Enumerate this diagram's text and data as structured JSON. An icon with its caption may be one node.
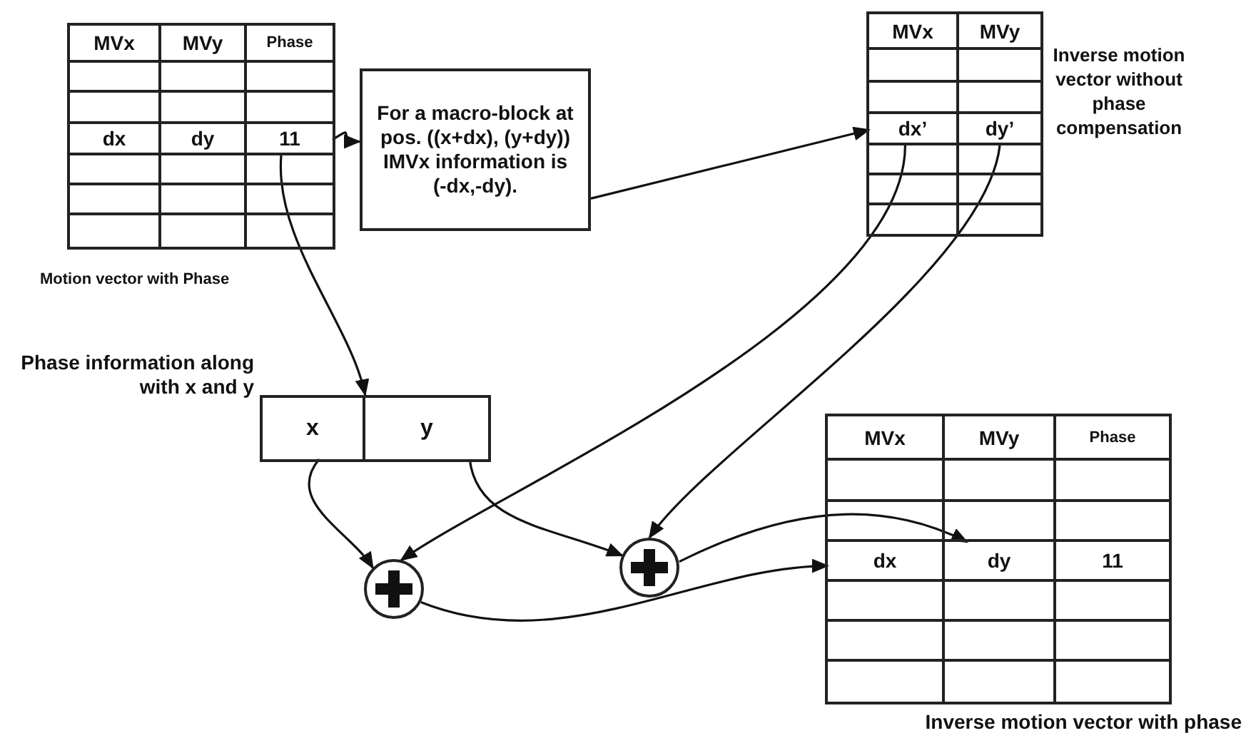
{
  "diagram": {
    "nodes": [
      {
        "text": [],
        "shape": "box",
        "beside": [
          "Motion vector with Phase"
        ]
      },
      {
        "text": [
          "MVx"
        ],
        "in": 0
      },
      {
        "text": [
          "MVy"
        ],
        "in": 0
      },
      {
        "text": [
          "Phase"
        ],
        "in": 0
      },
      {
        "text": [
          "dx"
        ],
        "in": 0
      },
      {
        "text": [
          "dy"
        ],
        "in": 0
      },
      {
        "text": [
          "11"
        ],
        "in": 0
      },
      {
        "text": [
          "For a macro-block at pos. ((x+dx), (y+dy)) IMVx information is (-dx,-dy)."
        ]
      },
      {
        "text": [],
        "shape": "box",
        "beside": [
          "Inverse motion vector without phase compensation"
        ]
      },
      {
        "text": [
          "MVx"
        ],
        "in": 8
      },
      {
        "text": [
          "MVy"
        ],
        "in": 8
      },
      {
        "text": [
          "dx’"
        ],
        "in": 8
      },
      {
        "text": [
          "dy’"
        ],
        "in": 8
      },
      {
        "text": [],
        "shape": "box",
        "beside": [
          "Phase information along with x and y"
        ]
      },
      {
        "text": [
          "x"
        ],
        "in": 13
      },
      {
        "text": [
          "y"
        ],
        "in": 13
      },
      {
        "text": [],
        "shape": "circle"
      },
      {
        "text": [],
        "shape": "circle"
      },
      {
        "text": [],
        "shape": "box",
        "beside": [
          "Inverse motion vector with phase"
        ]
      },
      {
        "text": [
          "MVx"
        ],
        "in": 18
      },
      {
        "text": [
          "MVy"
        ],
        "in": 18
      },
      {
        "text": [
          "Phase"
        ],
        "in": 18
      },
      {
        "text": [
          "dx"
        ],
        "in": 18
      },
      {
        "text": [
          "dy"
        ],
        "in": 18
      },
      {
        "text": [
          "11"
        ],
        "in": 18
      }
    ],
    "edges": [
      {
        "from": 6,
        "to": 7,
        "arrow": "to"
      },
      {
        "from": 7,
        "to": 11,
        "arrow": "to"
      },
      {
        "from": 6,
        "to": 13,
        "arrow": "to"
      },
      {
        "from": 11,
        "to": 16,
        "arrow": "to"
      },
      {
        "from": 12,
        "to": 17,
        "arrow": "to"
      },
      {
        "from": 14,
        "to": 16,
        "arrow": "to"
      },
      {
        "from": 15,
        "to": 17,
        "arrow": "to"
      },
      {
        "from": 17,
        "to": 23,
        "arrow": "to"
      },
      {
        "from": 16,
        "to": 22,
        "arrow": "to"
      }
    ]
  }
}
